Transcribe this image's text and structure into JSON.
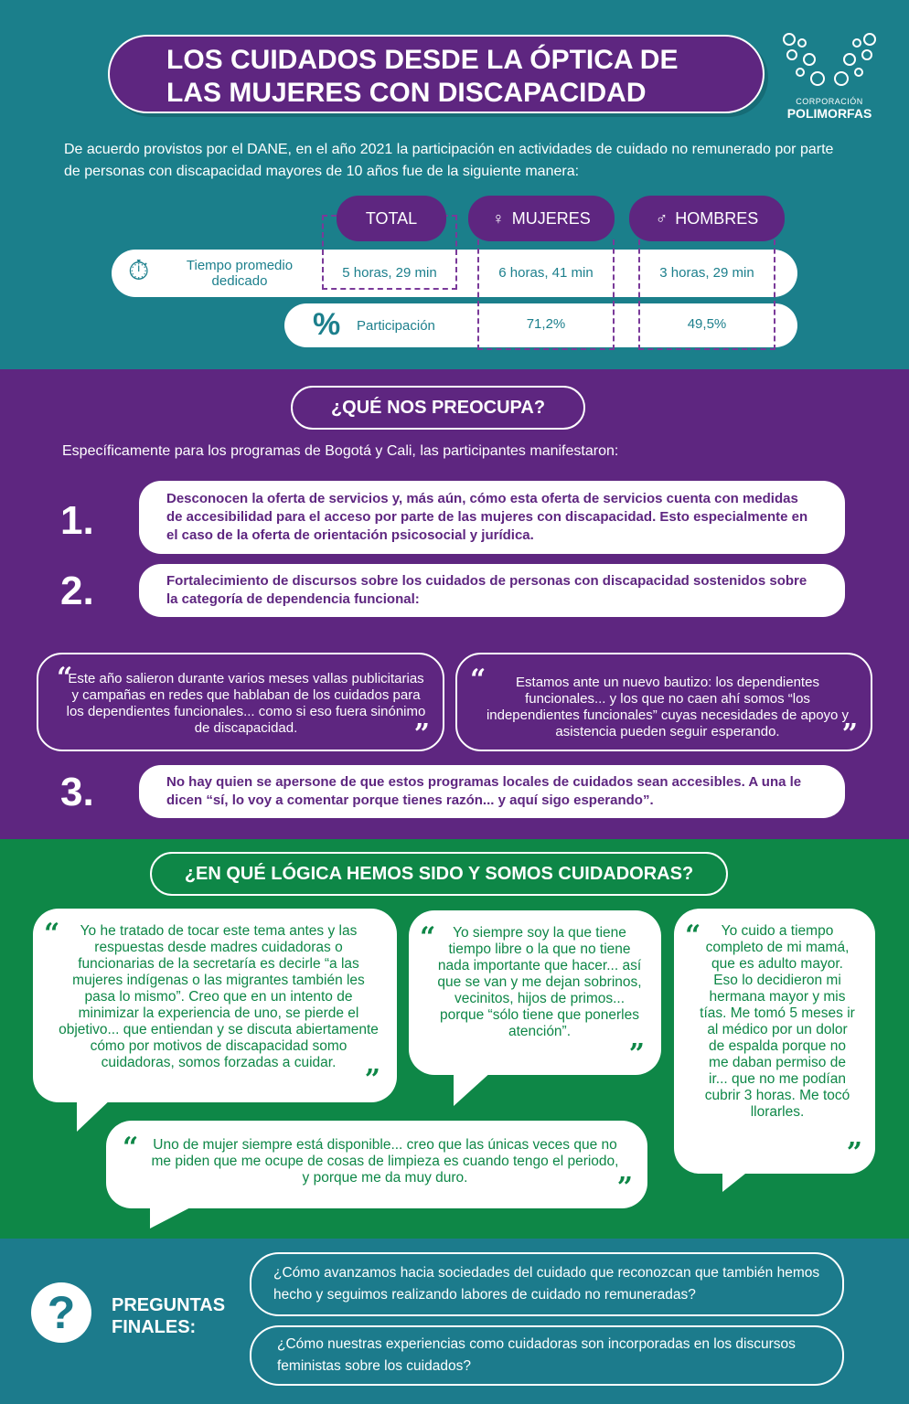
{
  "title": {
    "line1": "LOS CUIDADOS DESDE LA ÓPTICA DE",
    "line2": "LAS MUJERES CON DISCAPACIDAD"
  },
  "logo": {
    "top": "CORPORACIÓN",
    "name": "POLIMORFAS"
  },
  "intro": "De acuerdo provistos por el DANE, en el año 2021 la participación en actividades de cuidado no remunerado por parte de personas con discapacidad mayores de 10 años fue de la siguiente manera:",
  "table": {
    "headers": [
      "TOTAL",
      "MUJERES",
      "HOMBRES"
    ],
    "rows": [
      {
        "label": "Tiempo promedio dedicado",
        "icon": "hand-clock-icon",
        "values": [
          "5 horas, 29 min",
          "6 horas, 41 min",
          "3 horas, 29 min"
        ]
      },
      {
        "label": "Participación",
        "icon": "percent-icon",
        "values": [
          "71,2%",
          "49,5%"
        ]
      }
    ]
  },
  "concern": {
    "heading": "¿QUÉ NOS PREOCUPA?",
    "intro": "Específicamente para los programas de Bogotá y Cali, las participantes manifestaron:",
    "items": [
      {
        "num": "1.",
        "text": "Desconocen la oferta de servicios y, más aún, cómo esta oferta de servicios cuenta con medidas de accesibilidad para el acceso por parte de las mujeres con discapacidad. Esto especialmente en el caso de la oferta de orientación psicosocial y jurídica."
      },
      {
        "num": "2.",
        "text": "Fortalecimiento de discursos sobre los cuidados de personas con discapacidad sostenidos sobre la categoría de dependencia funcional:"
      },
      {
        "num": "3.",
        "text": "No hay quien se apersone de que estos programas locales de cuidados sean accesibles. A una le dicen “sí, lo voy a comentar porque tienes razón... y aquí sigo esperando”."
      }
    ],
    "quotes": [
      "Este año salieron durante varios meses vallas publicitarias y campañas en redes que hablaban de los cuidados para los dependientes funcionales... como si eso fuera sinónimo de discapacidad.",
      "Estamos ante un nuevo bautizo: los dependientes funcionales... y los que no caen ahí somos “los independientes funcionales” cuyas necesidades de apoyo y asistencia pueden seguir esperando."
    ]
  },
  "logic": {
    "heading": "¿EN QUÉ LÓGICA HEMOS SIDO Y SOMOS CUIDADORAS?",
    "quotes": [
      "Yo he tratado de tocar este tema antes y las respuestas desde madres cuidadoras o funcionarias de la secretaría es decirle “a las mujeres indígenas o las migrantes también les pasa lo mismo”. Creo que en un intento de minimizar la experiencia de uno, se pierde el objetivo... que entiendan y se discuta abiertamente cómo por motivos de discapacidad somo cuidadoras, somos forzadas a cuidar.",
      "Yo siempre soy la que tiene tiempo libre o la que no tiene nada importante que hacer... así que se van y me dejan sobrinos, vecinitos, hijos de primos... porque “sólo tiene que ponerles atención”.",
      "Yo cuido a tiempo completo de mi mamá, que es adulto mayor. Eso lo decidieron mi hermana mayor y mis tías. Me tomó 5 meses ir al médico por un dolor de espalda porque no me daban permiso de ir... que no me podían cubrir 3 horas. Me tocó llorarles.",
      "Uno de mujer siempre está disponible... creo que las únicas veces que no me piden que me ocupe de cosas de limpieza es cuando tengo el periodo, y porque me da muy duro."
    ]
  },
  "final": {
    "icon": "?",
    "heading1": "PREGUNTAS",
    "heading2": "FINALES:",
    "questions": [
      "¿Cómo avanzamos hacia sociedades del cuidado que reconozcan que también hemos hecho y seguimos realizando labores de cuidado no remuneradas?",
      "¿Cómo nuestras experiencias como cuidadoras son incorporadas en los discursos feministas sobre los cuidados?"
    ]
  },
  "quote_open": "“",
  "quote_close": "”"
}
